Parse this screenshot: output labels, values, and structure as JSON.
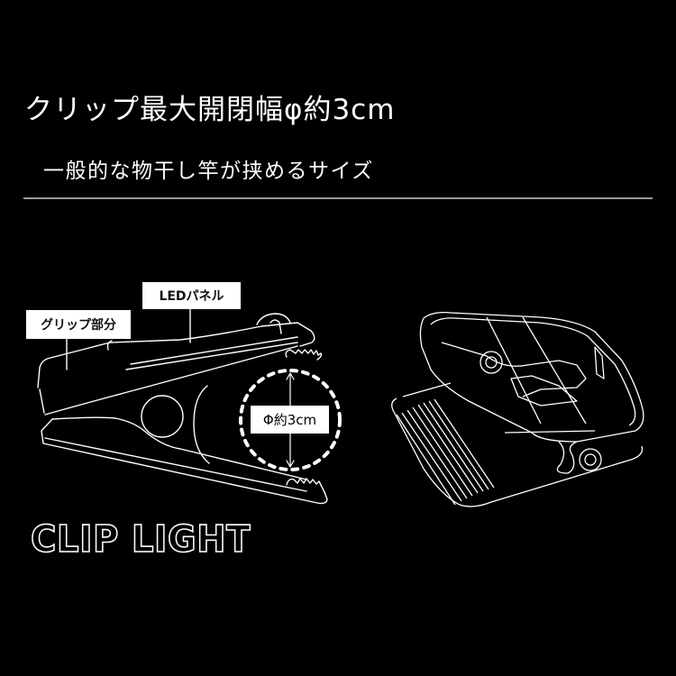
{
  "header": {
    "title": "クリップ最大開閉幅φ約3cm",
    "subtitle": "一般的な物干し竿が挟めるサイズ"
  },
  "diagram": {
    "labels": {
      "grip": "グリップ部分",
      "led_panel": "LEDパネル",
      "diameter": "Φ約3cm"
    }
  },
  "brand": {
    "text": "CLIP LIGHT"
  },
  "colors": {
    "background": "#000000",
    "line": "#ffffff",
    "divider": "#9a9a9a",
    "label_bg": "#ffffff",
    "label_text": "#111111"
  }
}
